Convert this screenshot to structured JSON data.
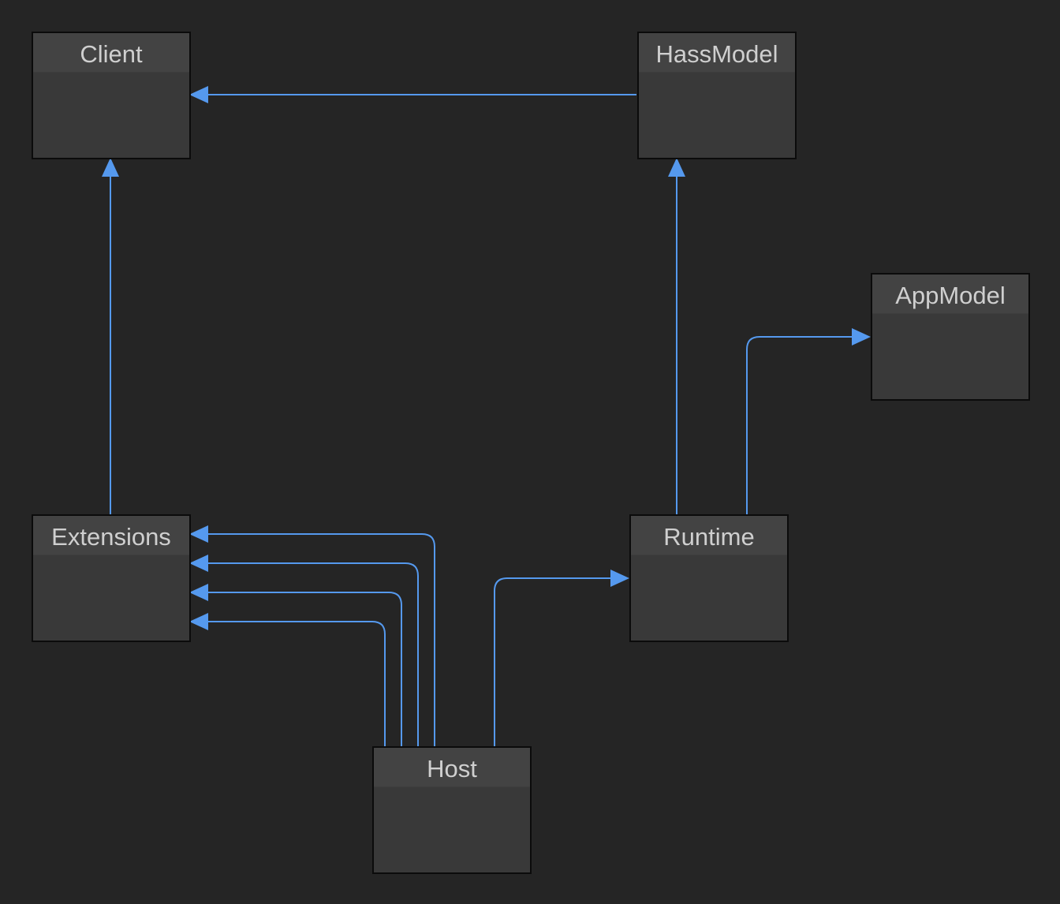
{
  "colors": {
    "background": "#252525",
    "node_body": "#393939",
    "node_header": "#434343",
    "node_border": "#0b0b0b",
    "label": "#cfcfcf",
    "edge": "#5599ee"
  },
  "nodes": [
    {
      "id": "client",
      "label": "Client"
    },
    {
      "id": "hassmodel",
      "label": "HassModel"
    },
    {
      "id": "appmodel",
      "label": "AppModel"
    },
    {
      "id": "extensions",
      "label": "Extensions"
    },
    {
      "id": "runtime",
      "label": "Runtime"
    },
    {
      "id": "host",
      "label": "Host"
    }
  ],
  "edges": [
    {
      "from": "HassModel",
      "to": "Client"
    },
    {
      "from": "Extensions",
      "to": "Client"
    },
    {
      "from": "Runtime",
      "to": "HassModel"
    },
    {
      "from": "Runtime",
      "to": "AppModel"
    },
    {
      "from": "Host",
      "to": "Runtime"
    },
    {
      "from": "Host",
      "to": "Extensions"
    },
    {
      "from": "Host",
      "to": "Extensions"
    },
    {
      "from": "Host",
      "to": "Extensions"
    },
    {
      "from": "Host",
      "to": "Extensions"
    }
  ]
}
